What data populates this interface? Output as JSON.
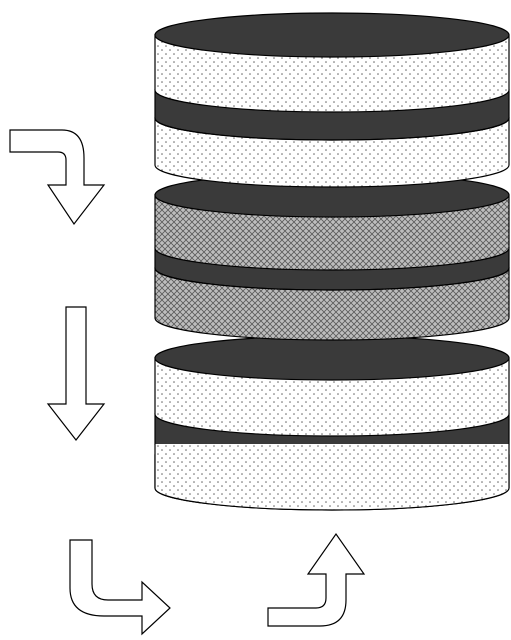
{
  "diagram": {
    "stack": {
      "disks": [
        {
          "fill": "dots",
          "layers": 2
        },
        {
          "fill": "crosshatch",
          "layers": 2
        },
        {
          "fill": "dots",
          "layers": 2
        }
      ],
      "band_color": "#3a3a3a",
      "dot_fill_color": "#ffffff",
      "crosshatch_fill_color": "#bdbdbd",
      "outline_color": "#000000"
    },
    "arrows": [
      {
        "name": "arrow-curve-right-down",
        "direction": "right-then-down"
      },
      {
        "name": "arrow-straight-down",
        "direction": "down"
      },
      {
        "name": "arrow-curve-down-right",
        "direction": "down-then-right"
      },
      {
        "name": "arrow-curve-right-up",
        "direction": "right-then-up"
      }
    ]
  }
}
